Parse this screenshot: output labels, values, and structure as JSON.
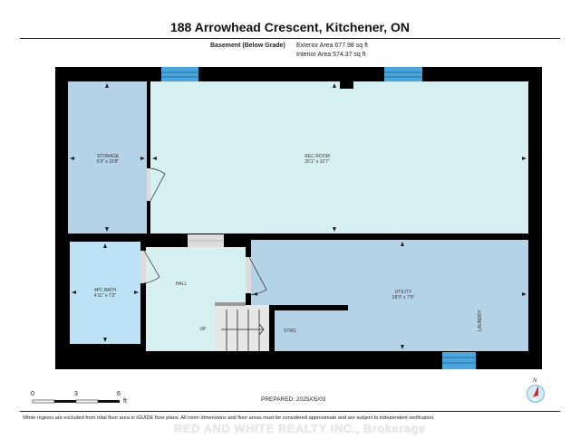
{
  "header": {
    "title": "188 Arrowhead Crescent, Kitchener, ON",
    "level_name": "Basement (Below Grade)",
    "exterior_area": "Exterior Area 677.98 sq ft",
    "interior_area": "Interior Area 574.37 sq ft"
  },
  "rooms": [
    {
      "name": "STORAGE",
      "dims": "5'9\" x 15'8\"",
      "color": "#b5d3e7"
    },
    {
      "name": "REC ROOM",
      "dims": "25'1\" x 10'7\"",
      "color": "#d6f0f2"
    },
    {
      "name": "4PC BATH",
      "dims": "4'11\" x 7'2\"",
      "color": "#bde1f5"
    },
    {
      "name": "HALL",
      "dims": "",
      "color": "#d6f0f2"
    },
    {
      "name": "UTILITY",
      "dims": "18'3\" x 7'9\"",
      "color": "#b5d3e7"
    }
  ],
  "annotations": {
    "stairs": "UP",
    "strg": "STRG",
    "laundry": "LAUNDRY"
  },
  "colors": {
    "wall": "#000000",
    "window": "#4aa6dc",
    "door_opening": "#dcdcdc"
  },
  "scale_bar": {
    "ticks": [
      "0",
      "3",
      "6"
    ],
    "unit": "ft"
  },
  "compass": {
    "label": "N"
  },
  "footer": {
    "prepared": "PREPARED: 2025/05/03",
    "disclaimer": "White regions are excluded from total floor area in iGUIDE floor plans. All room dimensions and floor areas must be considered approximate and are subject to independent verification.",
    "watermark": "RED AND WHITE REALTY INC., Brokerage"
  }
}
